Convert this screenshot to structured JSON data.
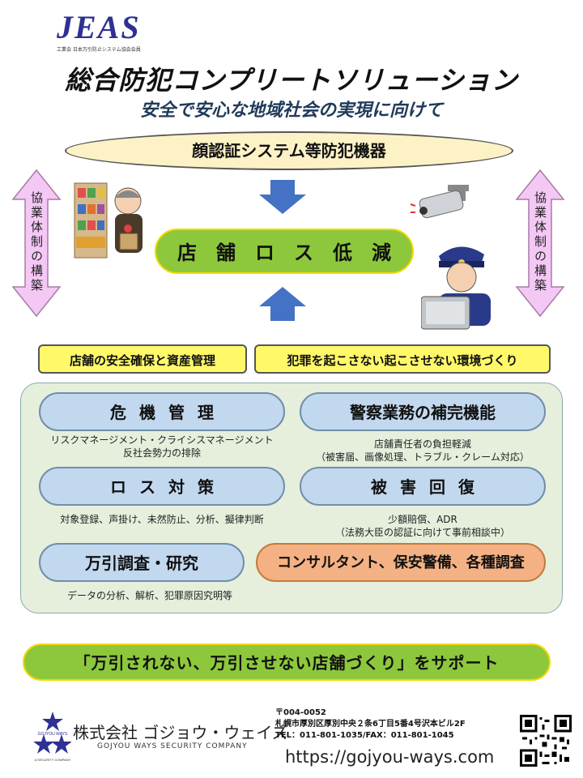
{
  "logo": {
    "main": "JEAS",
    "sub": "工業会 日本万引防止システム協会会員"
  },
  "title": "総合防犯コンプリートソリューション",
  "subtitle": "安全で安心な地域社会の実現に向けて",
  "ellipse_label": "顔認証システム等防犯機器",
  "side_label": "協業体制の構築",
  "center_label": "店舗ロス低減",
  "goals": [
    "店舗の安全確保と資産管理",
    "犯罪を起こさない起こさせない環境づくり"
  ],
  "services": [
    {
      "label": "危機管理",
      "desc1": "リスクマネージメント・クライシスマネージメント",
      "desc2": "反社会勢力の排除"
    },
    {
      "label": "警察業務の補完機能",
      "desc1": "店舗責任者の負担軽減",
      "desc2": "（被害届、画像処理、トラブル・クレーム対応）"
    },
    {
      "label": "ロス対策",
      "desc1": "対象登録、声掛け、未然防止、分析、擬律判断",
      "desc2": ""
    },
    {
      "label": "被害回復",
      "desc1": "少額賠償、ADR",
      "desc2": "（法務大臣の認証に向けて事前相談中）"
    },
    {
      "label": "万引調査・研究",
      "desc1": "データの分析、解析、犯罪原因究明等",
      "desc2": ""
    },
    {
      "label": "コンサルタント、保安警備、各種調査",
      "desc1": "",
      "desc2": ""
    }
  ],
  "support_text": "「万引されない、万引させない店舗づくり」をサポート",
  "company": {
    "emblem_text": "GOJYOU WAYS",
    "emblem_sub": "A SECURITY COMPANY",
    "name": "株式会社 ゴジョウ・ウェイズ",
    "name_en": "GOJYOU WAYS SECURITY COMPANY",
    "postal": "〒004-0052",
    "address": "札幌市厚別区厚別中央２条6丁目5番4号沢本ビル2F",
    "tel_fax": "TEL：011-801-1035/FAX：011-801-1045",
    "url": "https://gojyou-ways.com"
  },
  "colors": {
    "green": "#8dc83c",
    "yellow": "#fff96a",
    "blue_pill": "#c2d8ef",
    "orange_pill": "#f4b183",
    "arrow_pink": "#f4c8f4",
    "arrow_blue": "#4472c4",
    "logo_blue": "#2e3192"
  }
}
